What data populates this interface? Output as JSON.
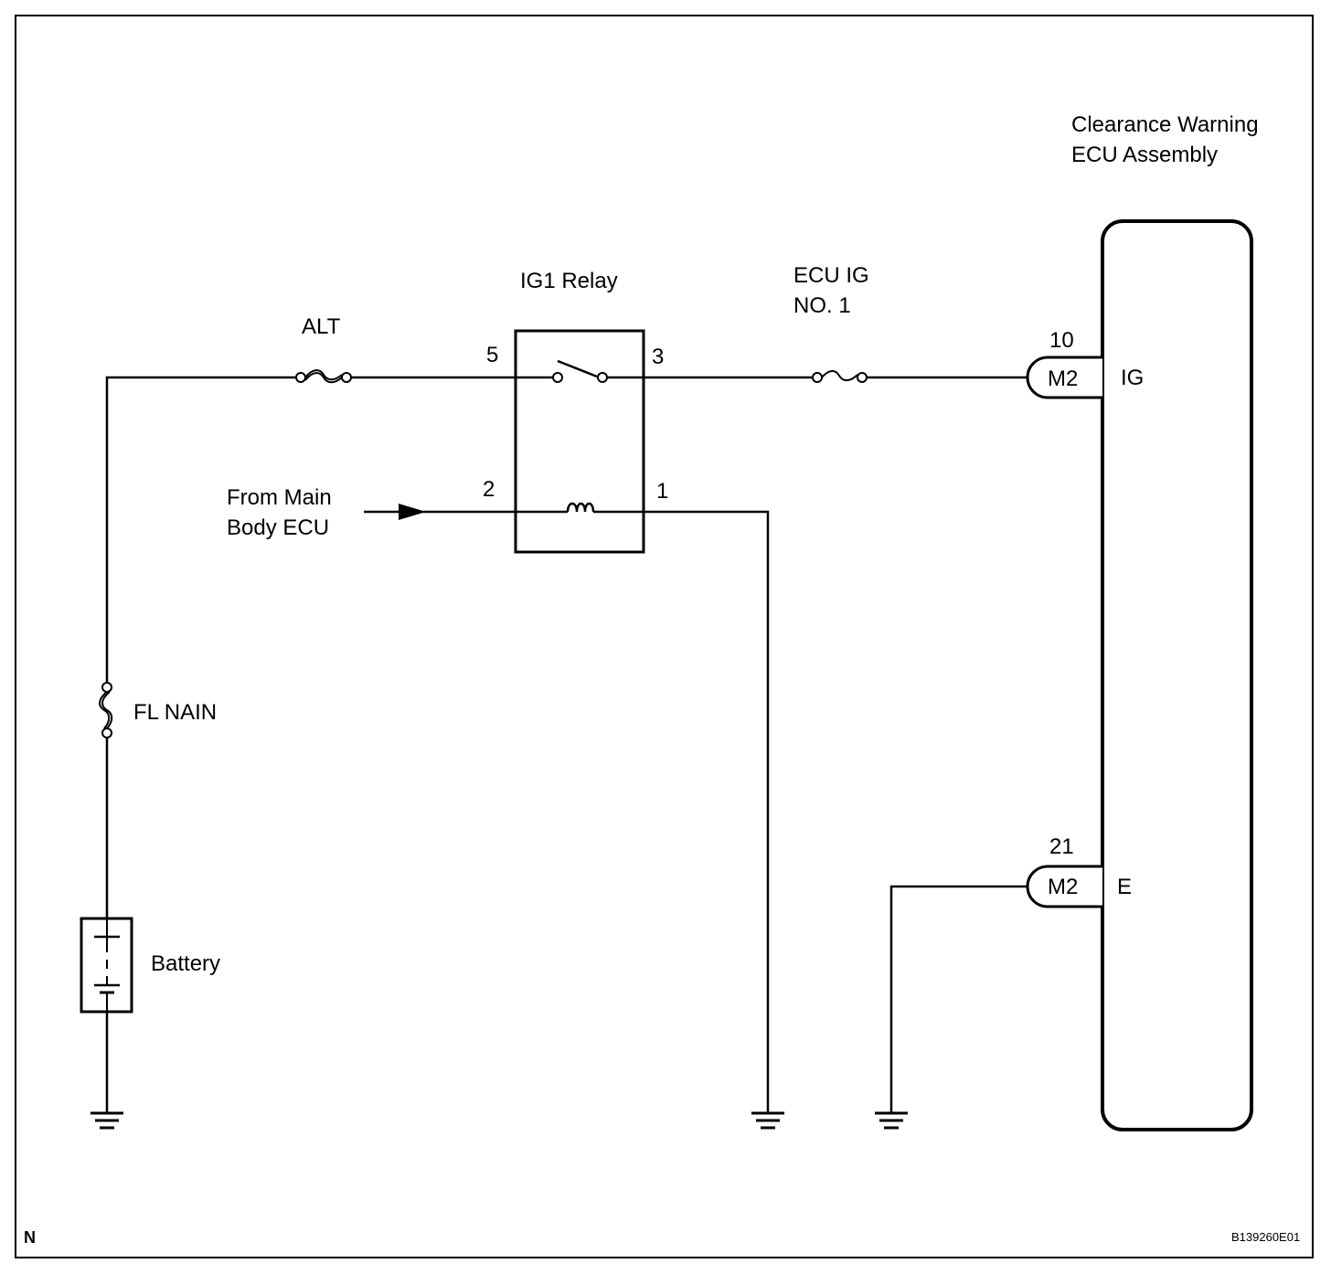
{
  "ecu": {
    "name_line1": "Clearance Warning",
    "name_line2": "ECU Assembly"
  },
  "relay": {
    "name": "IG1 Relay",
    "pin_5": "5",
    "pin_3": "3",
    "pin_2": "2",
    "pin_1": "1"
  },
  "fuses": {
    "alt": "ALT",
    "ecu_ig_line1": "ECU IG",
    "ecu_ig_line2": "NO. 1",
    "fl_main": "FL NAIN"
  },
  "connectors": {
    "ig": {
      "pin": "10",
      "code": "M2",
      "terminal": "IG"
    },
    "e": {
      "pin": "21",
      "code": "M2",
      "terminal": "E"
    }
  },
  "input": {
    "line1": "From Main",
    "line2": "Body ECU"
  },
  "battery": {
    "label": "Battery"
  },
  "footer": {
    "corner_letter": "N",
    "figure_id": "B139260E01"
  }
}
